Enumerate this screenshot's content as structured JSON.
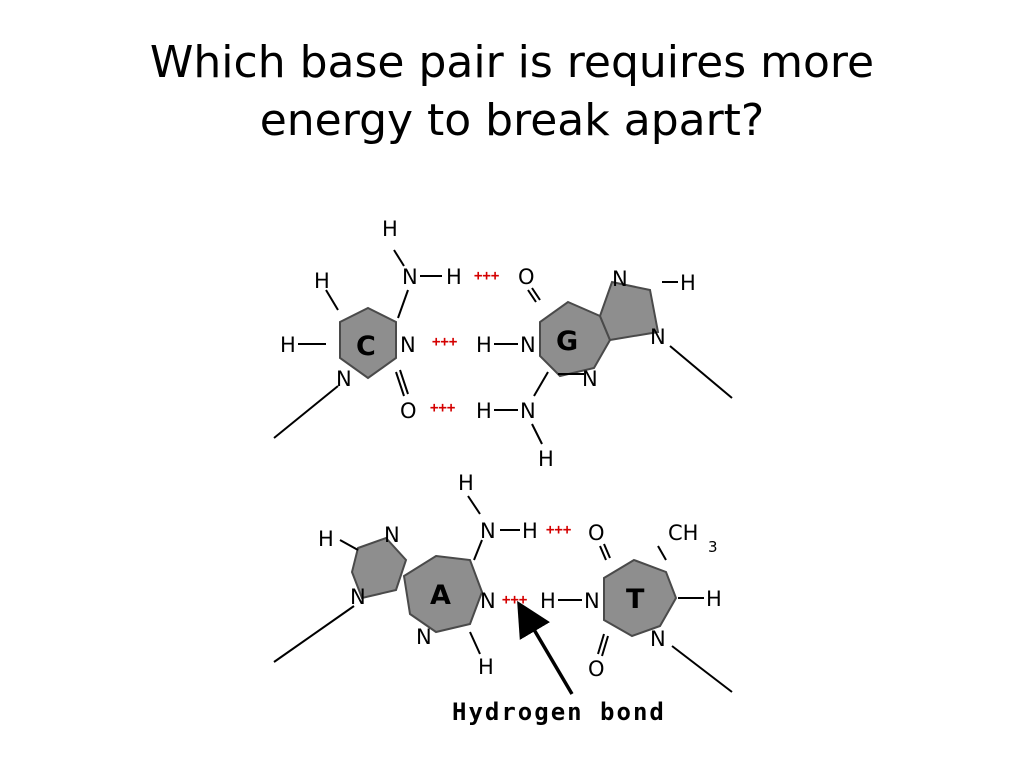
{
  "title": {
    "line1": "Which base pair is requires more",
    "line2": "energy to break apart?"
  },
  "bases": {
    "c": "C",
    "g": "G",
    "a": "A",
    "t": "T"
  },
  "atoms": {
    "h": "H",
    "n": "N",
    "o": "O",
    "ch3_c": "CH",
    "ch3_sub": "3"
  },
  "hbond_marker": "+++",
  "caption": "Hydrogen bond",
  "colors": {
    "ring_fill": "#8e8e8e",
    "hbond": "#d40000"
  }
}
